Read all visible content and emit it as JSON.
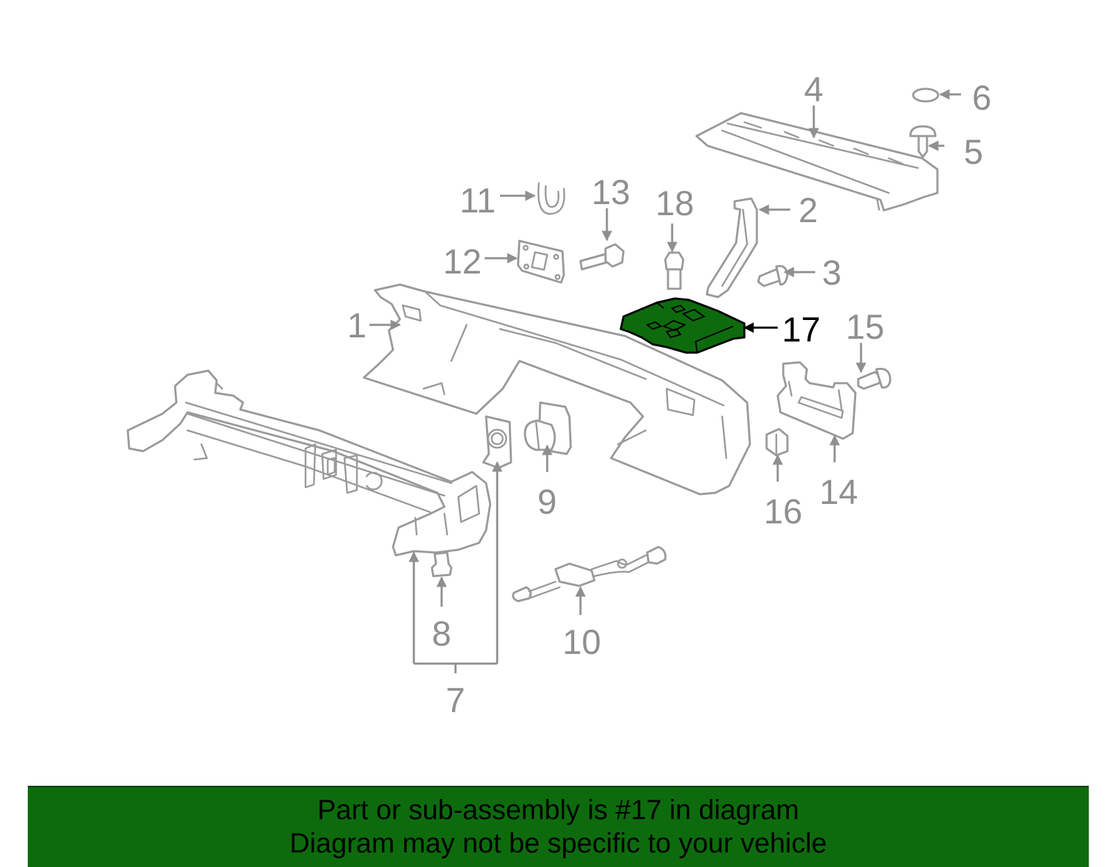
{
  "diagram": {
    "highlighted_callout": "17",
    "highlight_color": "#0d6b0d",
    "part_line_color": "#9a9a9a",
    "callouts": {
      "c1": "1",
      "c2": "2",
      "c3": "3",
      "c4": "4",
      "c5": "5",
      "c6": "6",
      "c7": "7",
      "c8": "8",
      "c9": "9",
      "c10": "10",
      "c11": "11",
      "c12": "12",
      "c13": "13",
      "c14": "14",
      "c15": "15",
      "c16": "16",
      "c17": "17",
      "c18": "18"
    }
  },
  "banner": {
    "background": "#0d6b0d",
    "line1": "Part or sub-assembly is #17 in diagram",
    "line2": "Diagram may not be specific to your vehicle"
  }
}
